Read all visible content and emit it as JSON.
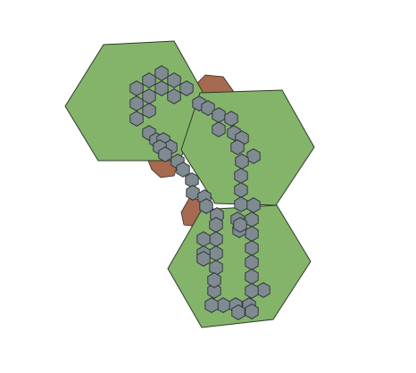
{
  "scene": "hex-tile-board",
  "colors": {
    "background": "#ffffff",
    "grass": "#83b46a",
    "grass_stroke": "#2f3a2a",
    "dirt": "#a56a4f",
    "dirt_stroke": "#3a2a22",
    "stone": "#7f8a91",
    "stone_stroke": "#2c3035"
  },
  "tiles": [
    {
      "id": "tile-top-left",
      "terrain": "grass"
    },
    {
      "id": "tile-middle-right",
      "terrain": "grass"
    },
    {
      "id": "tile-bottom",
      "terrain": "grass"
    }
  ],
  "dirt_patches": [
    {
      "id": "dirt-patch-upper"
    },
    {
      "id": "dirt-patch-left"
    },
    {
      "id": "dirt-patch-lower"
    }
  ],
  "path": {
    "terrain": "stone",
    "shape": "hexagonal cobblestone trail"
  }
}
